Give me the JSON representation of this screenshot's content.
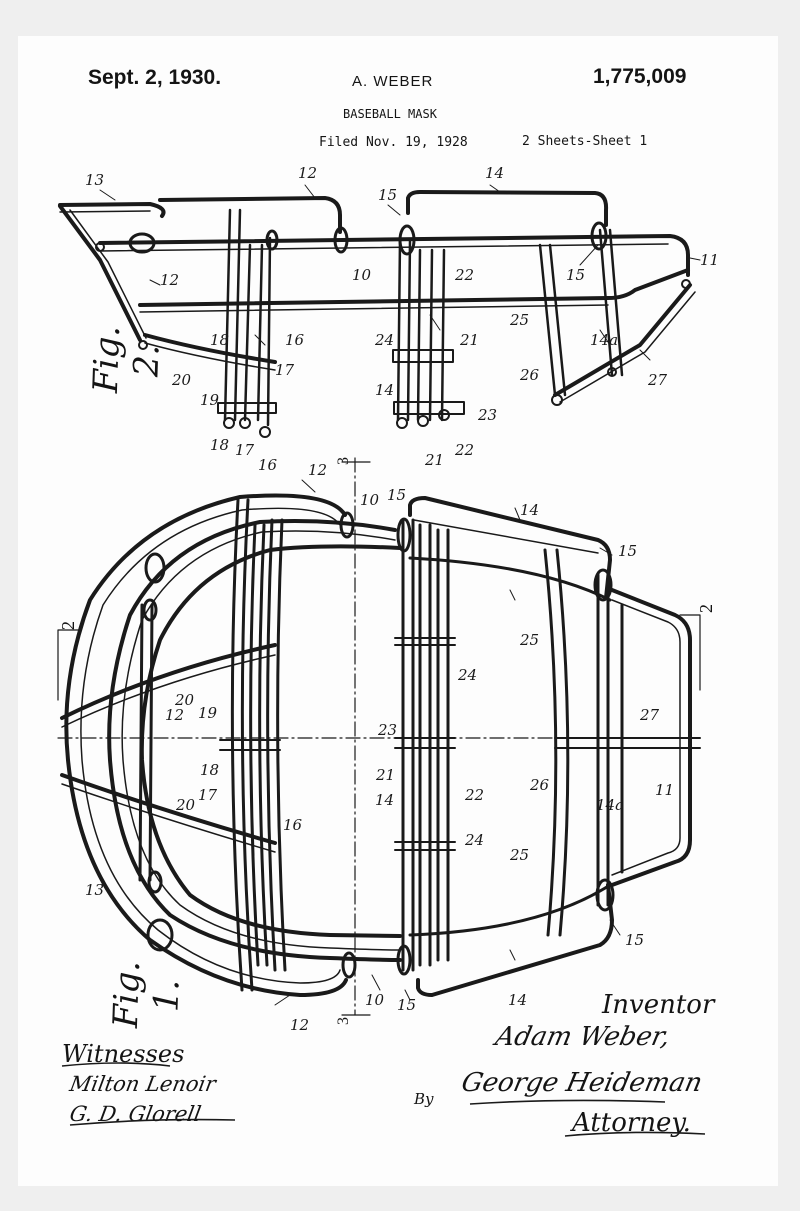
{
  "header": {
    "date": "Sept. 2, 1930.",
    "inventor_name": "A. WEBER",
    "patent_number": "1,775,009",
    "title": "BASEBALL MASK",
    "filed": "Filed Nov. 19, 1928",
    "sheets": "2 Sheets-Sheet 1"
  },
  "figures": {
    "fig2_label": "Fig. 2.",
    "fig1_label": "Fig. 1.",
    "section_3": "3",
    "section_2": "2"
  },
  "signatures": {
    "witnesses_label": "Witnesses",
    "witness_1": "Milton Lenoir",
    "witness_2": "G. D. Glorell",
    "inventor_label": "Inventor",
    "inventor_signature": "Adam Weber,",
    "by_label": "By",
    "attorney_signature": "George Heideman",
    "attorney_label": "Attorney."
  }
}
